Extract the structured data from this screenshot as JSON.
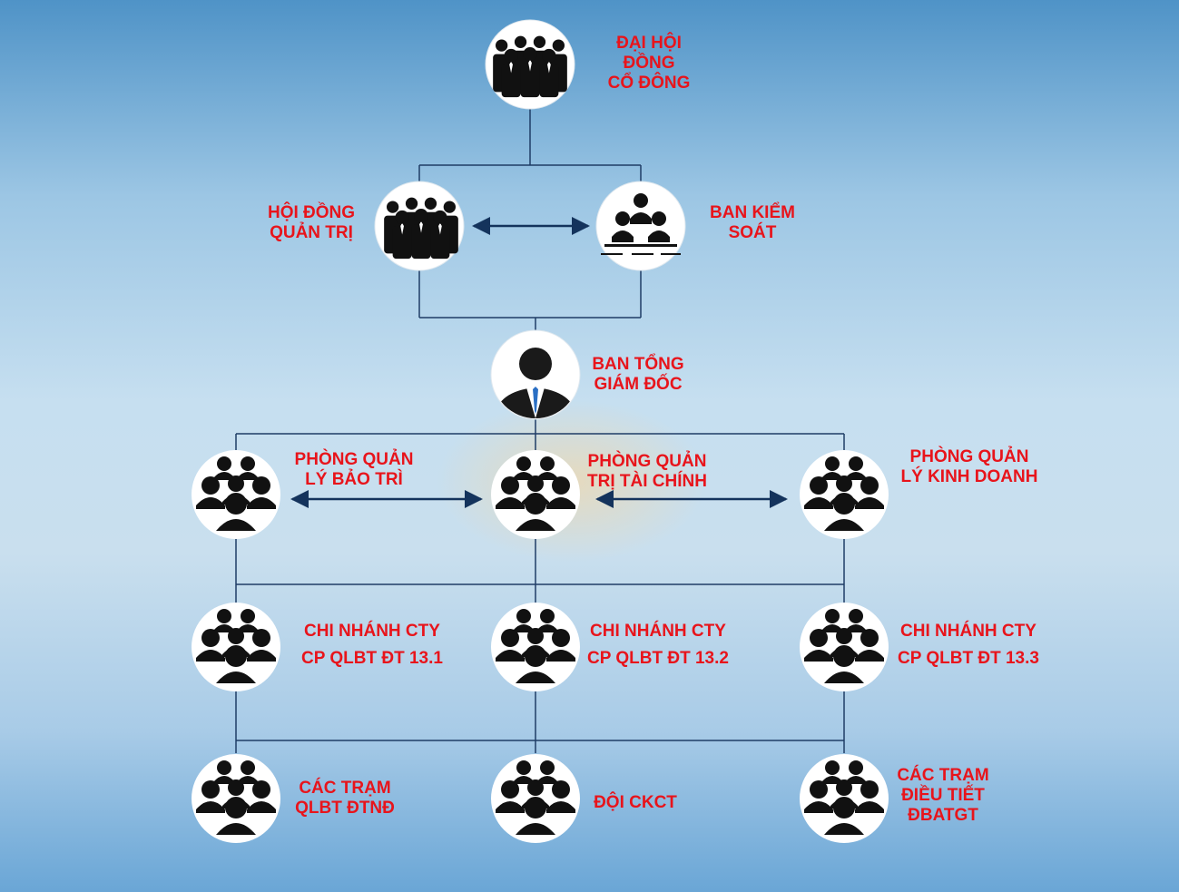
{
  "nodes": {
    "dhdcd": {
      "label": "ĐẠI HỘI\nĐỒNG\nCỔ ĐÔNG",
      "icon": "group-people-icon"
    },
    "hdqt": {
      "label": "HỘI ĐỒNG\nQUẢN TRỊ",
      "icon": "group-people-icon"
    },
    "bks": {
      "label": "BAN KIỂM\nSOÁT",
      "icon": "meeting-people-icon"
    },
    "btgd": {
      "label": "BAN TỔNG\nGIÁM ĐỐC",
      "icon": "businessman-icon"
    },
    "pqlbt": {
      "label": "PHÒNG QUẢN\nLÝ BẢO TRÌ",
      "icon": "crowd-icon"
    },
    "pqttc": {
      "label": "PHÒNG QUẢN\nTRỊ TÀI CHÍNH",
      "icon": "crowd-icon"
    },
    "pqlkd": {
      "label": "PHÒNG QUẢN\nLÝ KINH DOANH",
      "icon": "crowd-icon"
    },
    "cn131": {
      "label": "CHI NHÁNH CTY\nCP QLBT ĐT  13.1",
      "icon": "crowd-icon"
    },
    "cn132": {
      "label": "CHI NHÁNH CTY\nCP QLBT ĐT 13.2",
      "icon": "crowd-icon"
    },
    "cn133": {
      "label": "CHI NHÁNH CTY\nCP QLBT ĐT 13.3",
      "icon": "crowd-icon"
    },
    "ctqlbt": {
      "label": "CÁC TRẠM\nQLBT ĐTNĐ",
      "icon": "crowd-icon"
    },
    "dckct": {
      "label": "ĐỘI CKCT",
      "icon": "crowd-icon"
    },
    "ctdt": {
      "label": "CÁC TRẠM\nĐIỀU TIẾT\nĐBATGT",
      "icon": "crowd-icon"
    }
  },
  "colors": {
    "label": "#e8141b",
    "line": "#1f3d66",
    "arrow": "#14335c",
    "icon": "#111111"
  }
}
